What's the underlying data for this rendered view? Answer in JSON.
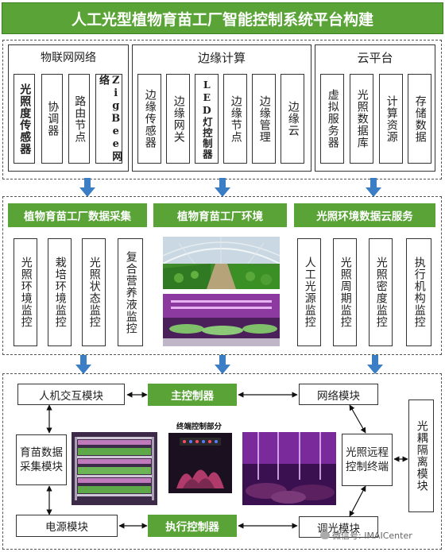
{
  "title": "人工光型植物育苗工厂智能控制系统平台构建",
  "top": {
    "iot": {
      "title": "物联网网络",
      "items": [
        "光照度传感器",
        "协调器",
        "路由节点",
        "ZigBee网络"
      ]
    },
    "edge": {
      "title": "边缘计算",
      "items": [
        "边缘传感器",
        "边缘网关",
        "LED灯控制器",
        "边缘节点",
        "边缘管理",
        "边缘云"
      ]
    },
    "cloud": {
      "title": "云平台",
      "items": [
        "虚拟服务器",
        "光照数据库",
        "计算资源",
        "存储数据"
      ]
    }
  },
  "middle": {
    "collect": {
      "title": "植物育苗工厂数据采集",
      "items": [
        "光照环境监控",
        "栽培环境监控",
        "光照状态监控",
        "复合营养液监控"
      ]
    },
    "env": {
      "title": "植物育苗工厂环境"
    },
    "cloud_service": {
      "title": "光照环境数据云服务",
      "items": [
        "人工光源监控",
        "光照周期监控",
        "光照密度监控",
        "执行机构监控"
      ]
    }
  },
  "bottom": {
    "main_controller": "主控制器",
    "exec_controller": "执行控制器",
    "hmi": "人机交互模块",
    "network": "网络模块",
    "collect_module": "育苗数据采集模块",
    "power": "电源模块",
    "remote": "光照远程控制终端",
    "dimming": "调光模块",
    "isolation": "光耦隔离模块",
    "terminal_caption": "终端控制部分"
  },
  "watermark": "微信号: IMAICenter",
  "colors": {
    "green": "#5aa437",
    "blue_arrow": "#3b7ec6"
  }
}
